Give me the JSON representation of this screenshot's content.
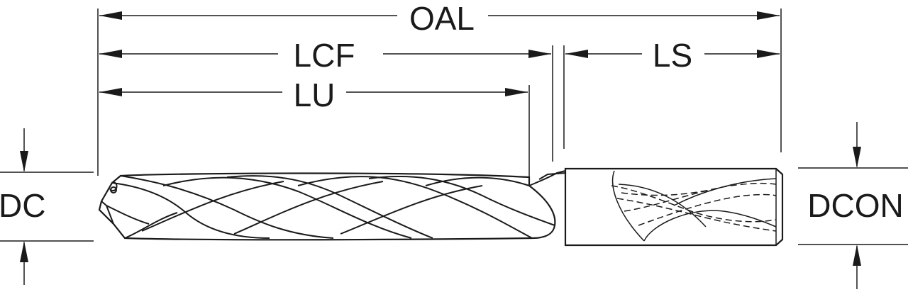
{
  "dimensions": {
    "oal": "OAL",
    "lcf": "LCF",
    "lu": "LU",
    "ls": "LS",
    "dc": "DC",
    "dcon": "DCON"
  },
  "colors": {
    "ink": "#1a1a1a",
    "background": "#ffffff"
  }
}
